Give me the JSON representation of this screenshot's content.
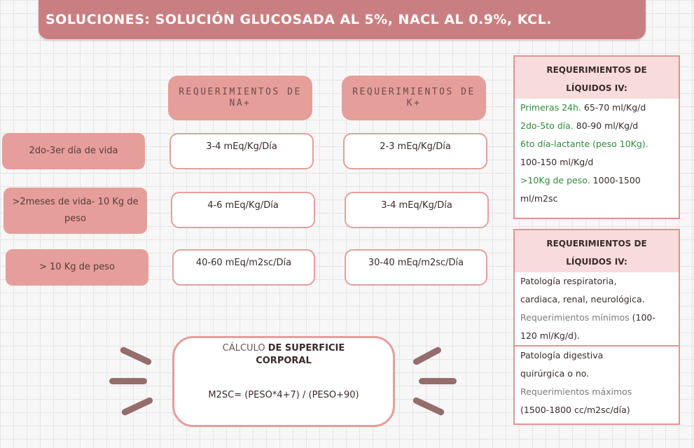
{
  "title": "SOLUCIONES: SOLUCIÓN GLUCOSADA AL 5%, NACL AL 0.9%, KCL.",
  "table": {
    "headers": [
      "REQUERIMIENTOS DE NA+",
      "REQUERIMIENTOS DE K+"
    ],
    "rows": [
      {
        "label": "2do-3er día de vida",
        "na": "3-4 mEq/Kg/Día",
        "k": "2-3 mEq/Kg/Día"
      },
      {
        "label": ">2meses de vida- 10 Kg de peso",
        "na": "4-6 mEq/Kg/Día",
        "k": "3-4 mEq/Kg/Día"
      },
      {
        "label": "> 10 Kg de peso",
        "na": "40-60 mEq/m2sc/Día",
        "k": "30-40 mEq/m2sc/Día"
      }
    ]
  },
  "panel1": {
    "heading_line1": "REQUERIMIENTOS DE",
    "heading_line2": "LÍQUIDOS IV:",
    "lines": [
      {
        "green": "Primeras 24h.",
        "text": "65-70 ml/Kg/d"
      },
      {
        "green": "2do-5to día.",
        "text": "80-90 ml/Kg/d"
      },
      {
        "green": "6to día-lactante (peso 10Kg).",
        "text": ""
      },
      {
        "green": "",
        "text": "100-150 ml/Kg/d"
      },
      {
        "green": ">10Kg de peso.",
        "text": "1000-1500"
      },
      {
        "green": "",
        "text": "ml/m2sc"
      }
    ]
  },
  "panel2": {
    "heading_line1": "REQUERIMIENTOS DE",
    "heading_line2": "LÍQUIDOS IV:",
    "section1": {
      "line1": "Patología respiratoria,",
      "line2": "cardiaca, renal, neurológica.",
      "gray": "Requerimientos mínimos",
      "value_a": "(100-",
      "value_b": "120 ml/Kg/d)."
    },
    "section2": {
      "line1": "Patología digestiva",
      "line2": "quirúrgica o no.",
      "gray": "Requerimientos máximos",
      "value": "(1500-1800 cc/m2sc/día)"
    }
  },
  "formula": {
    "title_light": "CÁLCULO",
    "title_bold": "DE SUPERFICIE",
    "title_line2": "CORPORAL",
    "expression": "M2SC= (PESO*4+7) / (PESO+90)"
  },
  "colors": {
    "title_bar": "#c97f81",
    "accent": "#e59e99",
    "panel_head": "#f7dcdb",
    "green_text": "#2f8a3a",
    "ray": "#956d6c"
  }
}
